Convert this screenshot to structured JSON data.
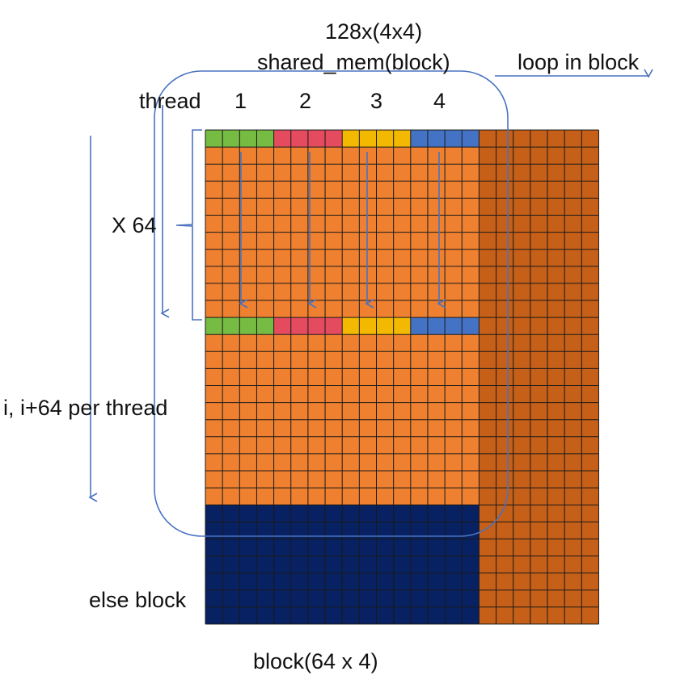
{
  "labels": {
    "top_dims": "128x(4x4)",
    "shared_mem": "shared_mem(block)",
    "loop_in_block": "loop in block",
    "thread": "thread",
    "thread_ids": [
      "1",
      "2",
      "3",
      "4"
    ],
    "times_64": "X 64",
    "per_thread": "i, i+64 per thread",
    "else_block": "else block",
    "block_dims": "block(64 x 4)"
  },
  "colors": {
    "orange": "#ee8030",
    "dark_orange": "#c65f17",
    "navy": "#072162",
    "green": "#76bc43",
    "red": "#e44b5e",
    "yellow": "#f3b800",
    "blue": "#4472c4",
    "arrow": "#4a72c0",
    "grid_line": "#1a1a1a"
  },
  "highlight_colors": [
    "green",
    "red",
    "yellow",
    "blue"
  ]
}
